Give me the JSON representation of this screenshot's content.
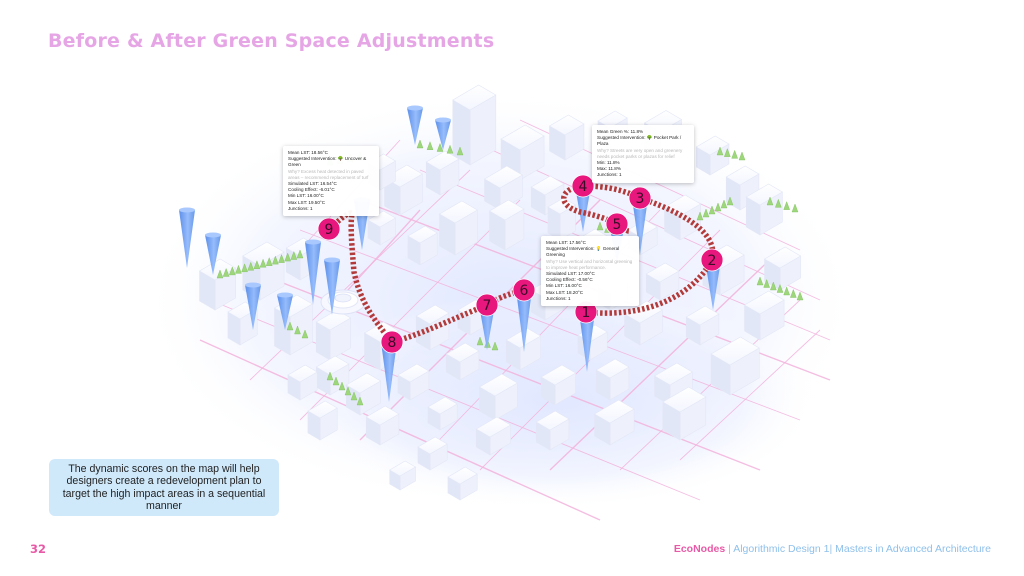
{
  "page": {
    "title": "Before & After Green Space Adjustments",
    "page_number": "32",
    "description": "The dynamic scores on the map will help designers create a redevelopment plan to target the high impact areas in a sequential manner",
    "footer": {
      "brand": "EcoNodes",
      "sep1": "|",
      "course": "Algorithmic Design 1",
      "sep2": "|",
      "program": "Masters in Advanced Architecture"
    }
  },
  "colors": {
    "title": "#e6a6e6",
    "marker": "#e8177e",
    "route": "#b23a3a",
    "needle": "#6fa2f4",
    "info_box": "#cfe9fb",
    "street": "#f3b3dc",
    "vegetation": "#9dd67b"
  },
  "route": {
    "stops": [
      {
        "label": "1"
      },
      {
        "label": "2"
      },
      {
        "label": "3"
      },
      {
        "label": "4"
      },
      {
        "label": "5"
      },
      {
        "label": "6"
      },
      {
        "label": "7"
      },
      {
        "label": "8"
      },
      {
        "label": "9"
      }
    ]
  },
  "popups": {
    "left": {
      "line1": "Mean LST: 18.56°C",
      "line2": "Suggested Intervention: 🌳 Uncover & Green",
      "line3": "Why? Excess heat detected in paved areas – recommend replacement of turf",
      "line4": "Simulated LST: 16.54°C",
      "line5": "Cooling Effect: -6.01°C",
      "line6": "Min LST: 16.00°C",
      "line7": "Max LST: 19.50°C",
      "line8": "Junctions: 1"
    },
    "center": {
      "line1": "Mean LST: 17.56°C",
      "line2": "Suggested Intervention: 💡 General Greening",
      "line3": "Why? Use vertical and horizontal greening to improve heat performance.",
      "line4": "Simulated LST: 17.00°C",
      "line5": "Cooling Effect: -0.56°C",
      "line6": "Min LST: 16.00°C",
      "line7": "Max LST: 18.20°C",
      "line8": "Junctions: 1"
    },
    "right": {
      "line1": "Mean Green %: 11.8%",
      "line2": "Suggested Intervention: 🌳 Pocket Park / Plaza",
      "line3": "Why? Streets are very open and greenery needs pocket parks or plazas for relief",
      "line4": "Min: 11.8%",
      "line5": "Max: 11.8%",
      "line6": "Junctions: 1"
    }
  }
}
